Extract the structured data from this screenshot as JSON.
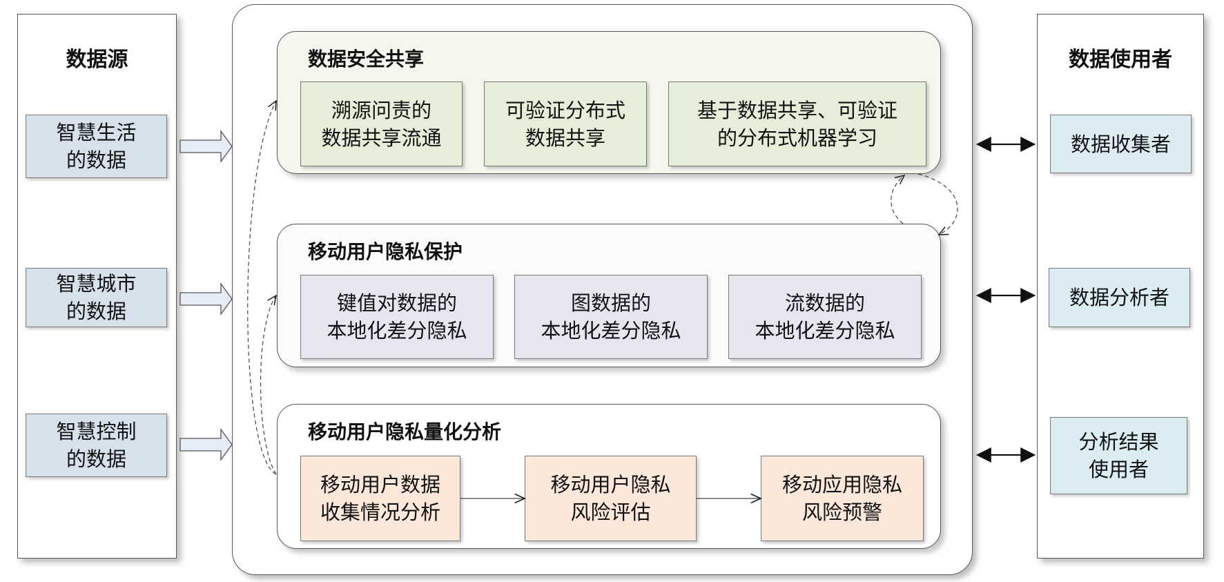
{
  "left": {
    "title": "数据源",
    "items": [
      "智慧生活\n的数据",
      "智慧城市\n的数据",
      "智慧控制\n的数据"
    ]
  },
  "right": {
    "title": "数据使用者",
    "items": [
      "数据收集者",
      "数据分析者",
      "分析结果\n使用者"
    ]
  },
  "sections": [
    {
      "title": "数据安全共享",
      "items": [
        "溯源问责的\n数据共享流通",
        "可验证分布式\n数据共享",
        "基于数据共享、可验证\n的分布式机器学习"
      ]
    },
    {
      "title": "移动用户隐私保护",
      "items": [
        "键值对数据的\n本地化差分隐私",
        "图数据的\n本地化差分隐私",
        "流数据的\n本地化差分隐私"
      ]
    },
    {
      "title": "移动用户隐私量化分析",
      "items": [
        "移动用户数据\n收集情况分析",
        "移动用户隐私\n风险评估",
        "移动应用隐私\n风险预警"
      ]
    }
  ]
}
